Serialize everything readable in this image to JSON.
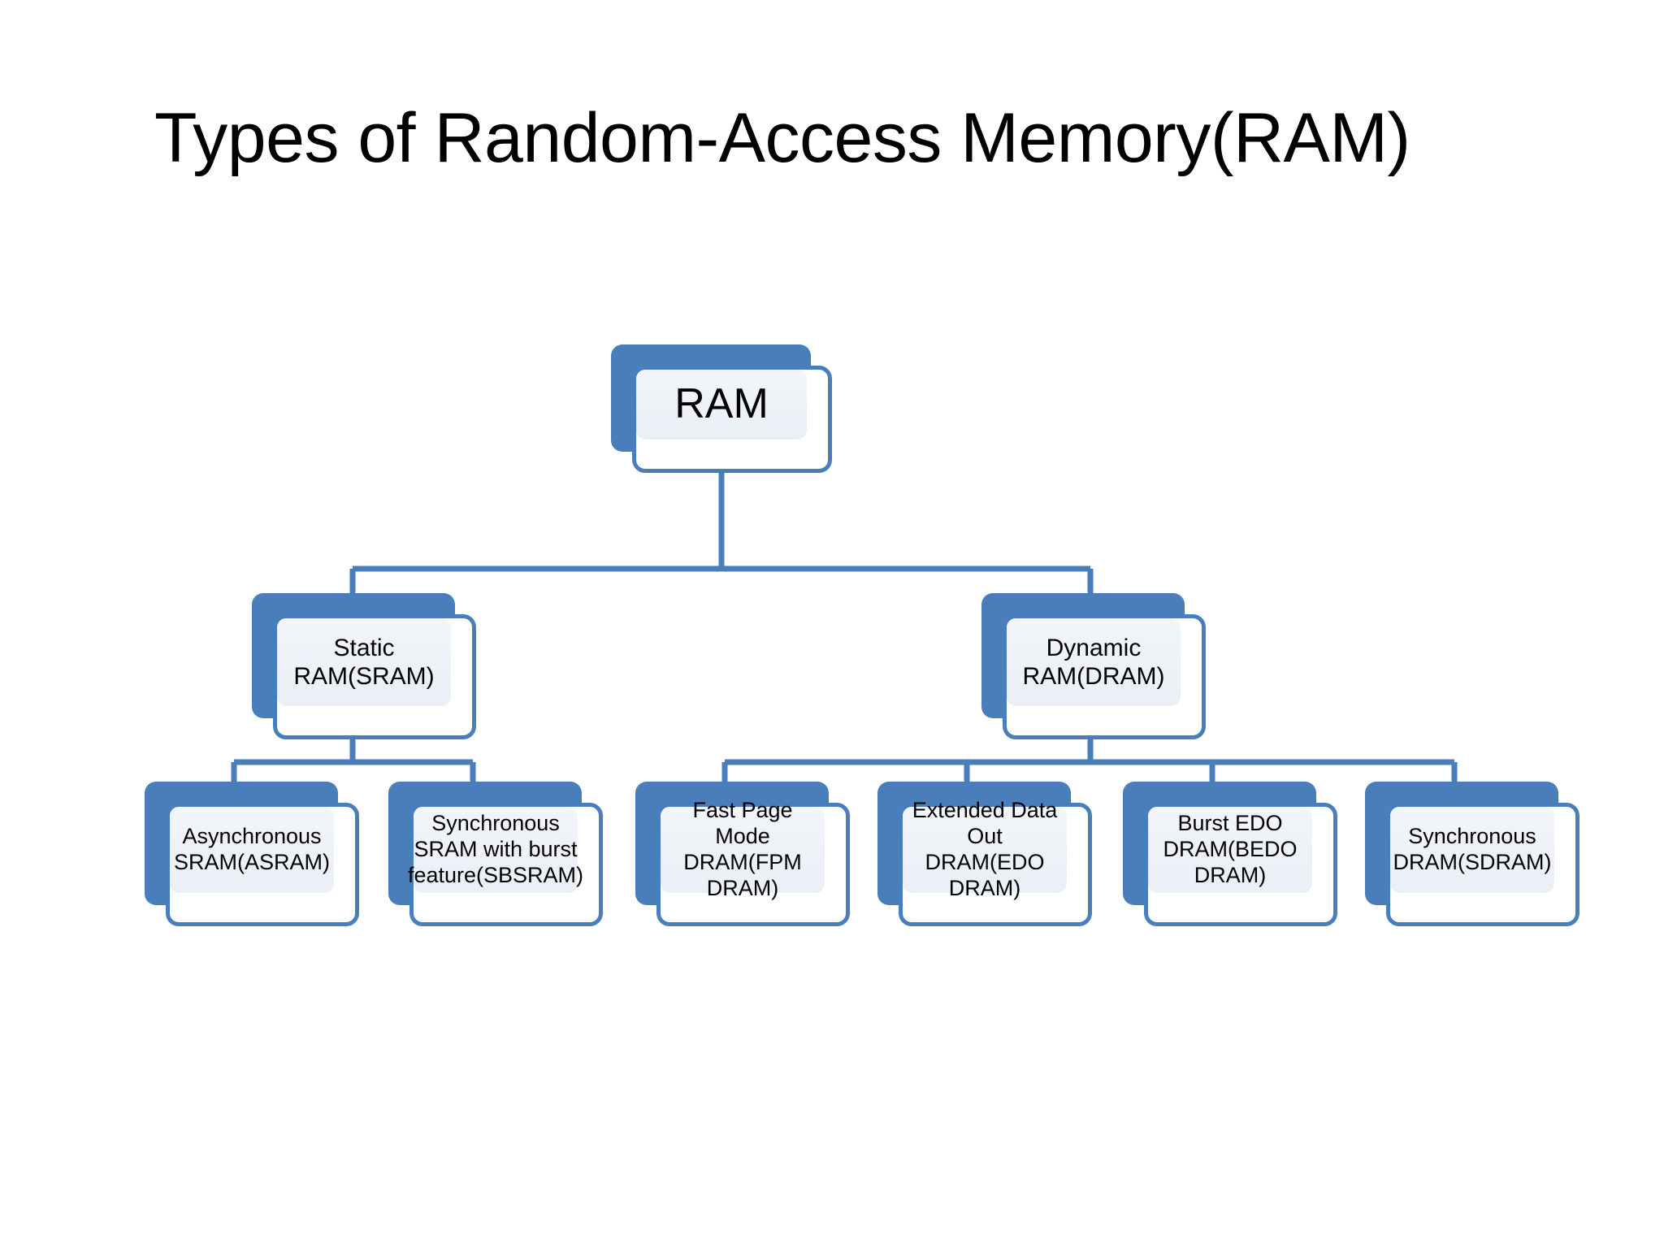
{
  "slide": {
    "title": "Types of Random-Access Memory(RAM)",
    "background_color": "#FFFFFF"
  },
  "theme": {
    "accent_blue": "#4A7EBB",
    "panel_fill": "#EFF2F7",
    "card_fill": "#FFFFFF",
    "text_color": "#000000",
    "connector_color": "#4A7EBB"
  },
  "diagram": {
    "type": "hierarchy",
    "root": {
      "id": "ram",
      "label": "RAM"
    },
    "level2": [
      {
        "id": "sram",
        "label": "Static\nRAM(SRAM)"
      },
      {
        "id": "dram",
        "label": "Dynamic\nRAM(DRAM)"
      }
    ],
    "level3": {
      "sram_children": [
        {
          "id": "asram",
          "label": "Asynchronous\nSRAM(ASRAM)"
        },
        {
          "id": "sbsram",
          "label": "Synchronous\nSRAM with burst\nfeature(SBSRAM)"
        }
      ],
      "dram_children": [
        {
          "id": "fpm",
          "label": "Fast Page\nMode\nDRAM(FPM\nDRAM)"
        },
        {
          "id": "edo",
          "label": "Extended Data\nOut\nDRAM(EDO\nDRAM)"
        },
        {
          "id": "bedo",
          "label": "Burst EDO\nDRAM(BEDO\nDRAM)"
        },
        {
          "id": "sdram",
          "label": "Synchronous\nDRAM(SDRAM)"
        }
      ]
    }
  }
}
